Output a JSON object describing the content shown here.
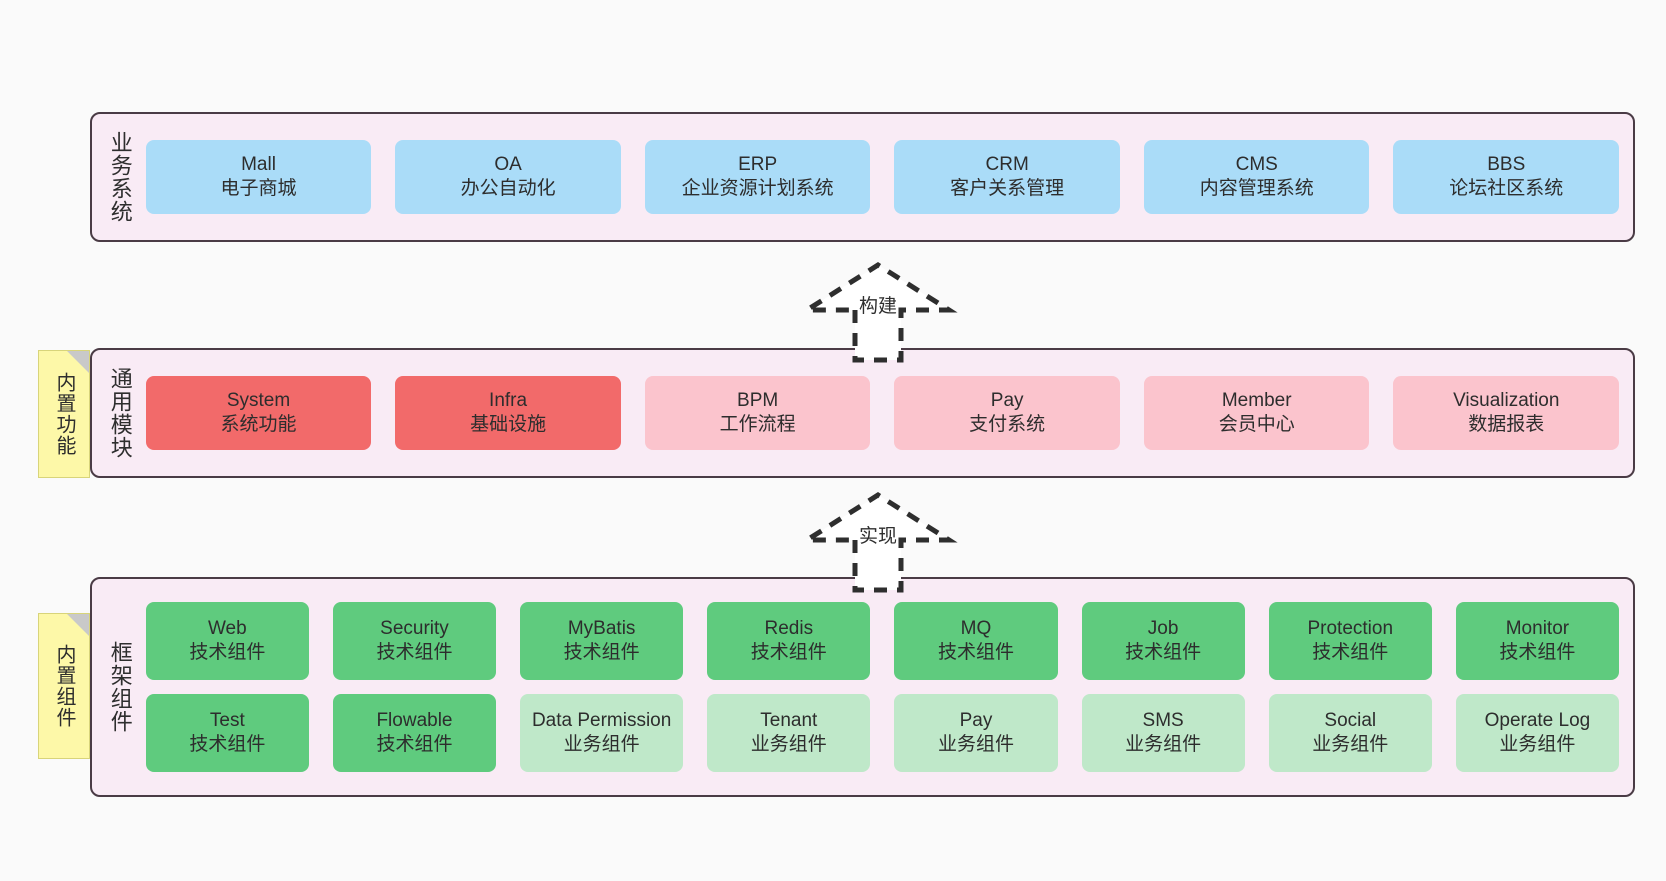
{
  "diagram": {
    "background": "#fafafa",
    "panel_fill": "#f9ebf5",
    "panel_border": "#4a3b45",
    "colors": {
      "business": "#aadcf8",
      "module_core": "#f26a6a",
      "module_optional": "#fbc4cd",
      "component_tech": "#5fcb7e",
      "component_business": "#bfe8c9",
      "note": "#fdf8a8"
    }
  },
  "layers": {
    "business": {
      "label": "业务系统",
      "rows": [
        [
          {
            "title": "Mall",
            "sub": "电子商城",
            "color": "blue"
          },
          {
            "title": "OA",
            "sub": "办公自动化",
            "color": "blue"
          },
          {
            "title": "ERP",
            "sub": "企业资源计划系统",
            "color": "blue"
          },
          {
            "title": "CRM",
            "sub": "客户关系管理",
            "color": "blue"
          },
          {
            "title": "CMS",
            "sub": "内容管理系统",
            "color": "blue"
          },
          {
            "title": "BBS",
            "sub": "论坛社区系统",
            "color": "blue"
          }
        ]
      ]
    },
    "common": {
      "label": "通用模块",
      "note": "内置功能",
      "rows": [
        [
          {
            "title": "System",
            "sub": "系统功能",
            "color": "red"
          },
          {
            "title": "Infra",
            "sub": "基础设施",
            "color": "red"
          },
          {
            "title": "BPM",
            "sub": "工作流程",
            "color": "pink"
          },
          {
            "title": "Pay",
            "sub": "支付系统",
            "color": "pink"
          },
          {
            "title": "Member",
            "sub": "会员中心",
            "color": "pink"
          },
          {
            "title": "Visualization",
            "sub": "数据报表",
            "color": "pink"
          }
        ]
      ]
    },
    "framework": {
      "label": "框架组件",
      "note": "内置组件",
      "rows": [
        [
          {
            "title": "Web",
            "sub": "技术组件",
            "color": "green"
          },
          {
            "title": "Security",
            "sub": "技术组件",
            "color": "green"
          },
          {
            "title": "MyBatis",
            "sub": "技术组件",
            "color": "green"
          },
          {
            "title": "Redis",
            "sub": "技术组件",
            "color": "green"
          },
          {
            "title": "MQ",
            "sub": "技术组件",
            "color": "green"
          },
          {
            "title": "Job",
            "sub": "技术组件",
            "color": "green"
          },
          {
            "title": "Protection",
            "sub": "技术组件",
            "color": "green"
          },
          {
            "title": "Monitor",
            "sub": "技术组件",
            "color": "green"
          }
        ],
        [
          {
            "title": "Test",
            "sub": "技术组件",
            "color": "green"
          },
          {
            "title": "Flowable",
            "sub": "技术组件",
            "color": "green"
          },
          {
            "title": "Data Permission",
            "sub": "业务组件",
            "color": "green-light"
          },
          {
            "title": "Tenant",
            "sub": "业务组件",
            "color": "green-light"
          },
          {
            "title": "Pay",
            "sub": "业务组件",
            "color": "green-light"
          },
          {
            "title": "SMS",
            "sub": "业务组件",
            "color": "green-light"
          },
          {
            "title": "Social",
            "sub": "业务组件",
            "color": "green-light"
          },
          {
            "title": "Operate Log",
            "sub": "业务组件",
            "color": "green-light"
          }
        ]
      ]
    }
  },
  "arrows": [
    {
      "name": "build",
      "label": "构建",
      "direction": "up",
      "from": "common",
      "to": "business"
    },
    {
      "name": "implement",
      "label": "实现",
      "direction": "up",
      "from": "framework",
      "to": "common"
    }
  ]
}
